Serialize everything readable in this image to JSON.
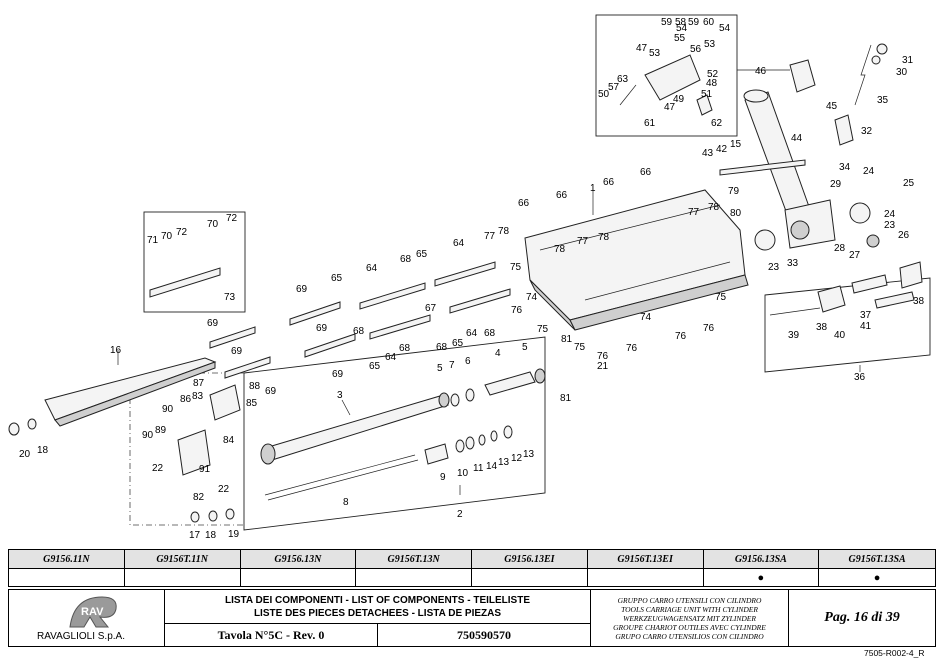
{
  "drawing": {
    "callouts": [
      {
        "id": "c1",
        "t": "1"
      },
      {
        "id": "c2",
        "t": "2"
      },
      {
        "id": "c3",
        "t": "3"
      },
      {
        "id": "c4",
        "t": "4"
      },
      {
        "id": "c5a",
        "t": "5"
      },
      {
        "id": "c5b",
        "t": "5"
      },
      {
        "id": "c6",
        "t": "6"
      },
      {
        "id": "c7",
        "t": "7"
      },
      {
        "id": "c8",
        "t": "8"
      },
      {
        "id": "c9",
        "t": "9"
      },
      {
        "id": "c10",
        "t": "10"
      },
      {
        "id": "c11",
        "t": "11"
      },
      {
        "id": "c12",
        "t": "12"
      },
      {
        "id": "c13a",
        "t": "13"
      },
      {
        "id": "c13b",
        "t": "13"
      },
      {
        "id": "c14",
        "t": "14"
      },
      {
        "id": "c15",
        "t": "15"
      },
      {
        "id": "c16",
        "t": "16"
      },
      {
        "id": "c18a",
        "t": "18"
      },
      {
        "id": "c18b",
        "t": "18"
      },
      {
        "id": "c17",
        "t": "17"
      },
      {
        "id": "c19",
        "t": "19"
      },
      {
        "id": "c20",
        "t": "20"
      },
      {
        "id": "c21",
        "t": "21"
      },
      {
        "id": "c22a",
        "t": "22"
      },
      {
        "id": "c22b",
        "t": "22"
      },
      {
        "id": "c23a",
        "t": "23"
      },
      {
        "id": "c23b",
        "t": "23"
      },
      {
        "id": "c24a",
        "t": "24"
      },
      {
        "id": "c24b",
        "t": "24"
      },
      {
        "id": "c25",
        "t": "25"
      },
      {
        "id": "c26",
        "t": "26"
      },
      {
        "id": "c27",
        "t": "27"
      },
      {
        "id": "c28",
        "t": "28"
      },
      {
        "id": "c29",
        "t": "29"
      },
      {
        "id": "c30",
        "t": "30"
      },
      {
        "id": "c31",
        "t": "31"
      },
      {
        "id": "c32",
        "t": "32"
      },
      {
        "id": "c33",
        "t": "33"
      },
      {
        "id": "c34",
        "t": "34"
      },
      {
        "id": "c35",
        "t": "35"
      },
      {
        "id": "c36",
        "t": "36"
      },
      {
        "id": "c37",
        "t": "37"
      },
      {
        "id": "c38a",
        "t": "38"
      },
      {
        "id": "c38b",
        "t": "38"
      },
      {
        "id": "c39",
        "t": "39"
      },
      {
        "id": "c40",
        "t": "40"
      },
      {
        "id": "c41",
        "t": "41"
      },
      {
        "id": "c42",
        "t": "42"
      },
      {
        "id": "c43",
        "t": "43"
      },
      {
        "id": "c44",
        "t": "44"
      },
      {
        "id": "c45",
        "t": "45"
      },
      {
        "id": "c46",
        "t": "46"
      },
      {
        "id": "c47a",
        "t": "47"
      },
      {
        "id": "c47b",
        "t": "47"
      },
      {
        "id": "c48",
        "t": "48"
      },
      {
        "id": "c49",
        "t": "49"
      },
      {
        "id": "c50",
        "t": "50"
      },
      {
        "id": "c51",
        "t": "51"
      },
      {
        "id": "c52",
        "t": "52"
      },
      {
        "id": "c53a",
        "t": "53"
      },
      {
        "id": "c53b",
        "t": "53"
      },
      {
        "id": "c54a",
        "t": "54"
      },
      {
        "id": "c54b",
        "t": "54"
      },
      {
        "id": "c55",
        "t": "55"
      },
      {
        "id": "c56",
        "t": "56"
      },
      {
        "id": "c57",
        "t": "57"
      },
      {
        "id": "c58",
        "t": "58"
      },
      {
        "id": "c59a",
        "t": "59"
      },
      {
        "id": "c59b",
        "t": "59"
      },
      {
        "id": "c60",
        "t": "60"
      },
      {
        "id": "c61",
        "t": "61"
      },
      {
        "id": "c62",
        "t": "62"
      },
      {
        "id": "c63",
        "t": "63"
      },
      {
        "id": "c64a",
        "t": "64"
      },
      {
        "id": "c64b",
        "t": "64"
      },
      {
        "id": "c64c",
        "t": "64"
      },
      {
        "id": "c64d",
        "t": "64"
      },
      {
        "id": "c65a",
        "t": "65"
      },
      {
        "id": "c65b",
        "t": "65"
      },
      {
        "id": "c65c",
        "t": "65"
      },
      {
        "id": "c65d",
        "t": "65"
      },
      {
        "id": "c66a",
        "t": "66"
      },
      {
        "id": "c66b",
        "t": "66"
      },
      {
        "id": "c66c",
        "t": "66"
      },
      {
        "id": "c66d",
        "t": "66"
      },
      {
        "id": "c67",
        "t": "67"
      },
      {
        "id": "c68a",
        "t": "68"
      },
      {
        "id": "c68b",
        "t": "68"
      },
      {
        "id": "c68c",
        "t": "68"
      },
      {
        "id": "c68d",
        "t": "68"
      },
      {
        "id": "c68e",
        "t": "68"
      },
      {
        "id": "c69a",
        "t": "69"
      },
      {
        "id": "c69b",
        "t": "69"
      },
      {
        "id": "c69c",
        "t": "69"
      },
      {
        "id": "c69d",
        "t": "69"
      },
      {
        "id": "c69e",
        "t": "69"
      },
      {
        "id": "c69f",
        "t": "69"
      },
      {
        "id": "c70a",
        "t": "70"
      },
      {
        "id": "c70b",
        "t": "70"
      },
      {
        "id": "c71",
        "t": "71"
      },
      {
        "id": "c72a",
        "t": "72"
      },
      {
        "id": "c72b",
        "t": "72"
      },
      {
        "id": "c73",
        "t": "73"
      },
      {
        "id": "c74a",
        "t": "74"
      },
      {
        "id": "c74b",
        "t": "74"
      },
      {
        "id": "c75a",
        "t": "75"
      },
      {
        "id": "c75b",
        "t": "75"
      },
      {
        "id": "c75c",
        "t": "75"
      },
      {
        "id": "c75d",
        "t": "75"
      },
      {
        "id": "c76a",
        "t": "76"
      },
      {
        "id": "c76b",
        "t": "76"
      },
      {
        "id": "c76c",
        "t": "76"
      },
      {
        "id": "c76d",
        "t": "76"
      },
      {
        "id": "c76e",
        "t": "76"
      },
      {
        "id": "c77a",
        "t": "77"
      },
      {
        "id": "c77b",
        "t": "77"
      },
      {
        "id": "c77c",
        "t": "77"
      },
      {
        "id": "c78a",
        "t": "78"
      },
      {
        "id": "c78b",
        "t": "78"
      },
      {
        "id": "c78c",
        "t": "78"
      },
      {
        "id": "c78d",
        "t": "78"
      },
      {
        "id": "c79",
        "t": "79"
      },
      {
        "id": "c80",
        "t": "80"
      },
      {
        "id": "c81a",
        "t": "81"
      },
      {
        "id": "c81b",
        "t": "81"
      },
      {
        "id": "c82",
        "t": "82"
      },
      {
        "id": "c83",
        "t": "83"
      },
      {
        "id": "c84",
        "t": "84"
      },
      {
        "id": "c85",
        "t": "85"
      },
      {
        "id": "c86",
        "t": "86"
      },
      {
        "id": "c87",
        "t": "87"
      },
      {
        "id": "c88",
        "t": "88"
      },
      {
        "id": "c89",
        "t": "89"
      },
      {
        "id": "c90a",
        "t": "90"
      },
      {
        "id": "c90b",
        "t": "90"
      },
      {
        "id": "c91",
        "t": "91"
      }
    ]
  },
  "models": {
    "headers": [
      "G9156.11N",
      "G9156T.11N",
      "G9156.13N",
      "G9156T.13N",
      "G9156.13EI",
      "G9156T.13EI",
      "G9156.13SA",
      "G9156T.13SA"
    ],
    "marks": [
      "",
      "",
      "",
      "",
      "",
      "",
      "●",
      "●"
    ]
  },
  "title_block": {
    "company": "RAVAGLIOLI S.p.A.",
    "logo_text": "RAV",
    "list_line1": "LISTA DEI COMPONENTI - LIST OF COMPONENTS - TEILELISTE",
    "list_line2": "LISTE DES PIECES DETACHEES - LISTA DE PIEZAS",
    "table_rev": "Tavola N°5C - Rev. 0",
    "code": "750590570",
    "desc": [
      "GRUPPO CARRO UTENSILI CON CILINDRO",
      "TOOLS CARRIAGE UNIT WITH CYLINDER",
      "WERKZEUGWAGENSATZ MIT ZYLINDER",
      "GROUPE CHARIOT OUTILES AVEC CYLINDRE",
      "GRUPO CARRO UTENSILIOS CON CILINDRO"
    ],
    "page": "Pag. 16 di 39"
  },
  "doc_ref": "7505-R002-4_R"
}
